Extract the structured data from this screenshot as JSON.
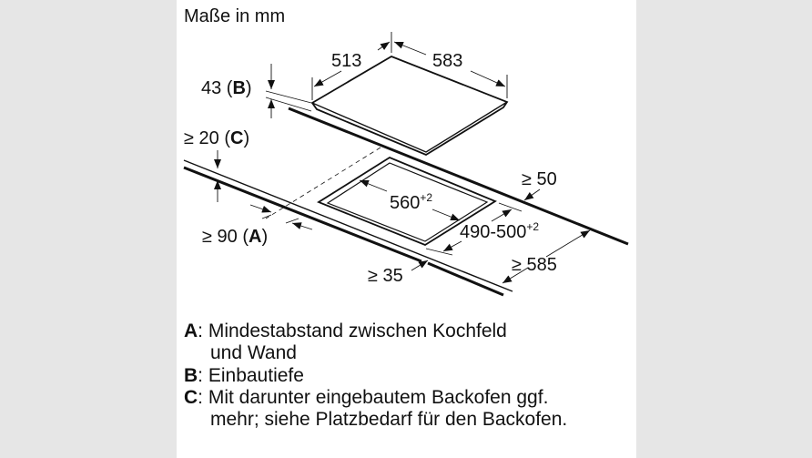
{
  "title": "Maße in mm",
  "dimensions": {
    "hob_depth": "513",
    "hob_width": "583",
    "install_depth": "43 (",
    "install_depth_key": "B",
    "oven_gap": "≥ 20 (",
    "oven_gap_key": "C",
    "cutout_width": "560",
    "cutout_width_tol": "+2",
    "cutout_depth": "490-500",
    "cutout_depth_tol": "+2",
    "back_gap": "≥ 50",
    "wall_gap": "≥ 90 (",
    "wall_gap_key": "A",
    "worktop_depth": "≥ 585",
    "front_gap": "≥ 35",
    "close_paren": ")"
  },
  "legend": [
    {
      "key": "A",
      "text": ": Mindestabstand zwischen Kochfeld",
      "cont": "und Wand"
    },
    {
      "key": "B",
      "text": ": Einbautiefe"
    },
    {
      "key": "C",
      "text": ": Mit darunter eingebautem Backofen ggf.",
      "cont": "mehr; siehe Platzbedarf für den Backofen."
    }
  ]
}
